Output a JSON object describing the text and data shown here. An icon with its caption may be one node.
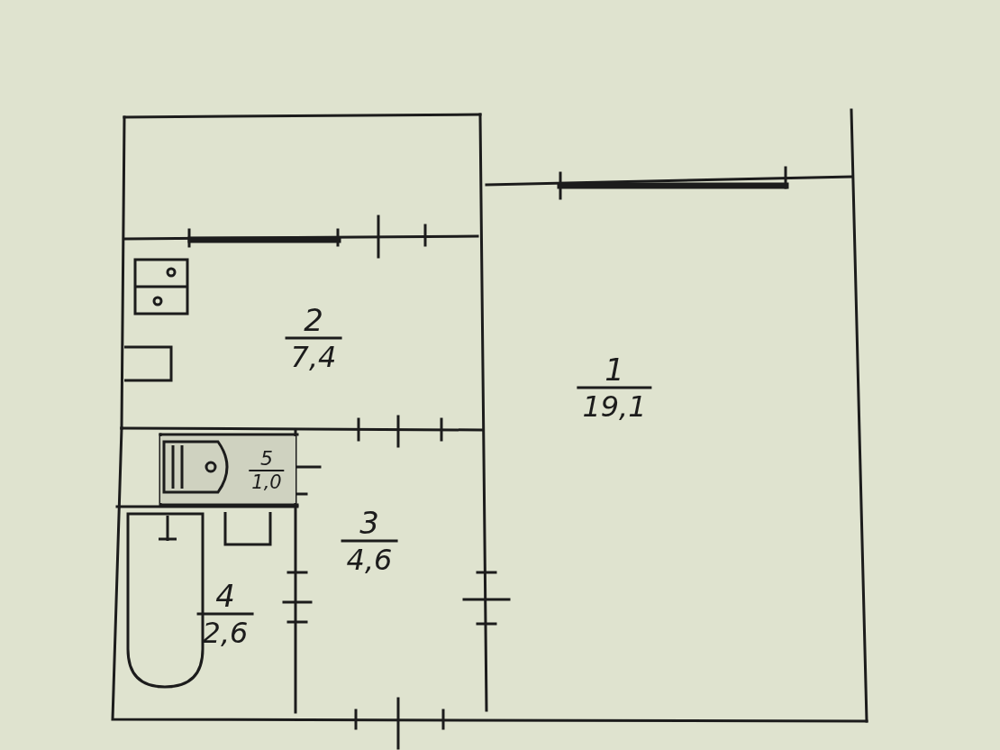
{
  "diagram": {
    "nodes": [
      {
        "text": [
          "1",
          "19,1"
        ]
      },
      {
        "text": [
          "2",
          "7,4"
        ]
      },
      {
        "text": [
          "3",
          "4,6"
        ]
      },
      {
        "text": [
          "4",
          "2,6"
        ]
      },
      {
        "text": [
          "5",
          "1,0"
        ]
      }
    ]
  }
}
